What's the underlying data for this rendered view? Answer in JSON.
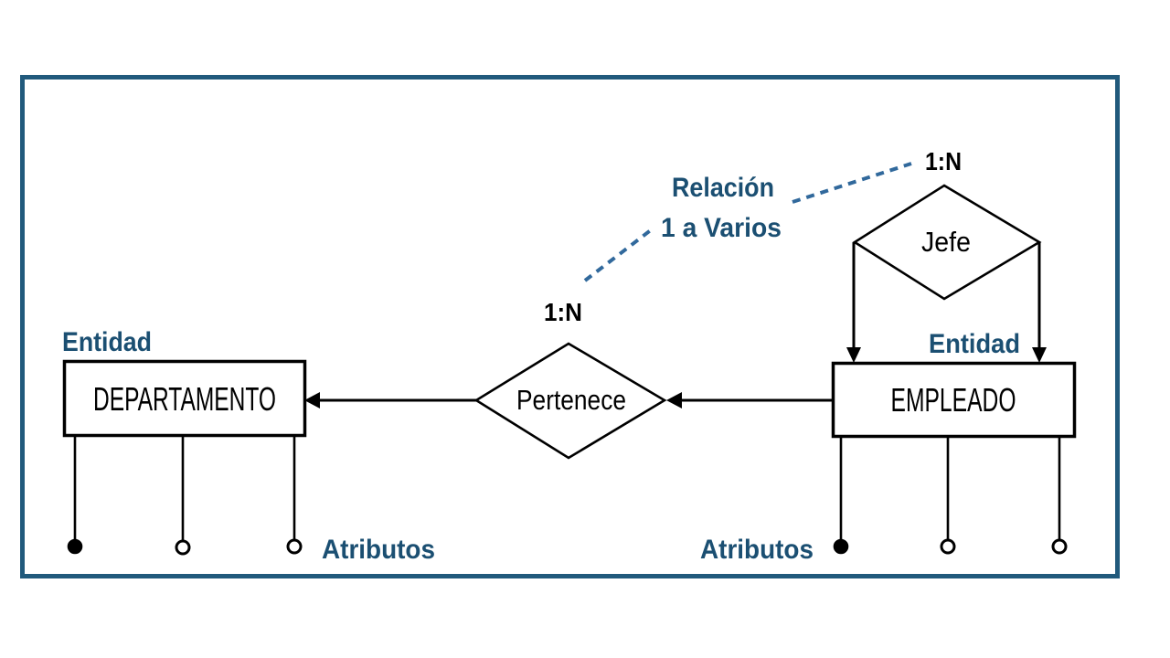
{
  "diagram": {
    "type": "entity-relationship",
    "colors": {
      "frame": "#215a7c",
      "label_blue": "#1b4f72",
      "dash_blue": "#31699c",
      "line_black": "#000000"
    },
    "entities": [
      {
        "name": "DEPARTAMENTO",
        "tag": "Entidad",
        "attributes_label": "Atributos"
      },
      {
        "name": "EMPLEADO",
        "tag": "Entidad",
        "attributes_label": "Atributos"
      }
    ],
    "relationships": [
      {
        "name": "Pertenece",
        "cardinality": "1:N"
      },
      {
        "name": "Jefe",
        "cardinality": "1:N"
      }
    ],
    "callout": {
      "line1": "Relación",
      "line2": "1 a Varios"
    }
  }
}
